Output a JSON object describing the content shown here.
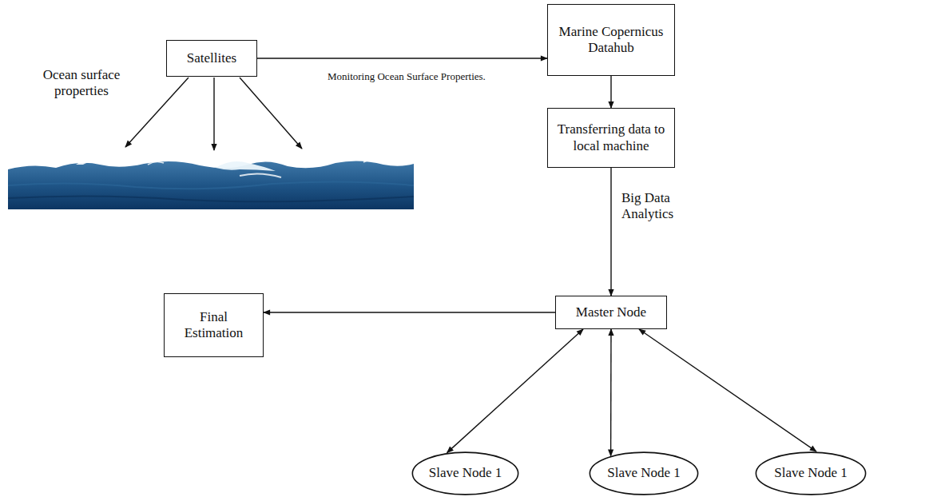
{
  "diagram": {
    "nodes": [
      {
        "text": [
          "Satellites"
        ]
      },
      {
        "text": [
          "Marine Copernicus Datahub"
        ]
      },
      {
        "text": [
          "Transferring data to local machine"
        ]
      },
      {
        "text": [
          "Master Node"
        ]
      },
      {
        "text": [
          "Final Estimation"
        ]
      },
      {
        "text": [
          "Slave Node 1"
        ]
      },
      {
        "text": [
          "Slave Node 1"
        ]
      },
      {
        "text": [
          "Slave Node 1"
        ]
      }
    ],
    "edges": [
      {
        "from": 0,
        "to": 1,
        "arrow": "to",
        "label": "Monitoring Ocean Surface Properties."
      },
      {
        "from": 1,
        "to": 2,
        "arrow": "to"
      },
      {
        "from": 2,
        "to": 3,
        "arrow": "to",
        "label": "Big Data Analytics"
      },
      {
        "from": 3,
        "to": 4,
        "arrow": "to"
      },
      {
        "from": 3,
        "to": 5,
        "arrow": "both"
      },
      {
        "from": 3,
        "to": 6,
        "arrow": "both"
      },
      {
        "from": 3,
        "to": 7,
        "arrow": "both"
      }
    ],
    "labels": [
      "Ocean surface properties"
    ]
  }
}
